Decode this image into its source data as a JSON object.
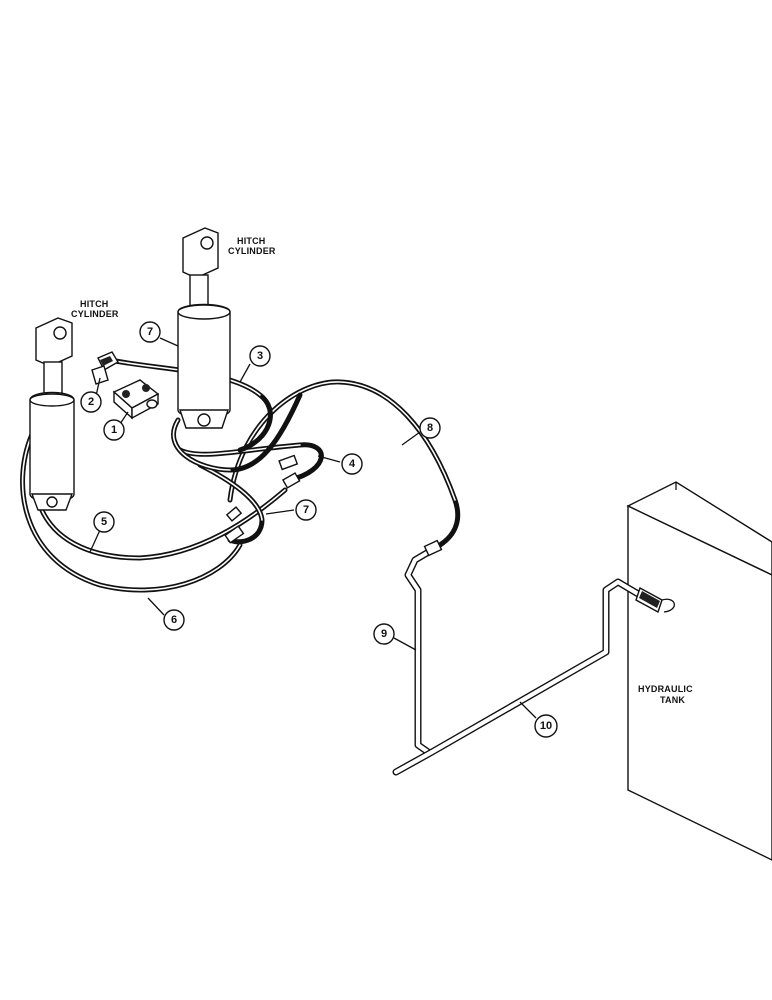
{
  "labels": {
    "hitch_cylinder_right": [
      "HITCH",
      "CYLINDER"
    ],
    "hitch_cylinder_left": [
      "HITCH",
      "CYLINDER"
    ],
    "hydraulic_tank": [
      "HYDRAULIC",
      "TANK"
    ]
  },
  "callouts": {
    "c1": "1",
    "c2": "2",
    "c3": "3",
    "c4": "4",
    "c5": "5",
    "c6": "6",
    "c7a": "7",
    "c7b": "7",
    "c8": "8",
    "c9": "9",
    "c10": "10"
  }
}
